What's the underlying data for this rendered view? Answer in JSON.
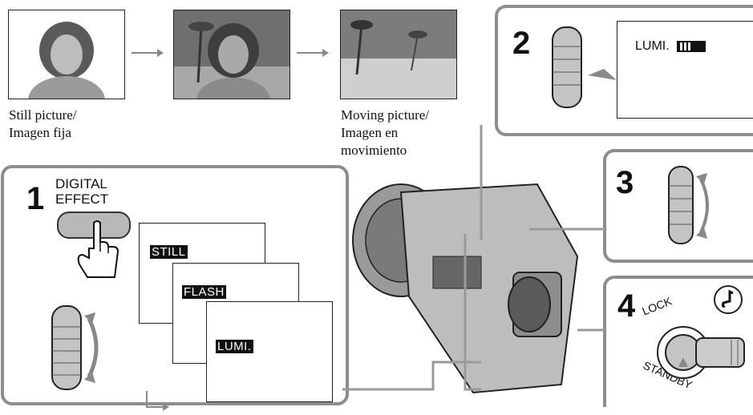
{
  "colors": {
    "panel_border": "#8d8d8d",
    "arrow": "#8a8a8a",
    "dial": "#c4c4c4"
  },
  "captions": {
    "still_line1": "Still picture/",
    "still_line2": "Imagen fija",
    "moving_line1": "Moving picture/",
    "moving_line2": "Imagen en",
    "moving_line3": "movimiento"
  },
  "steps": {
    "step1": {
      "number": "1",
      "button_label_line1": "DIGITAL",
      "button_label_line2": "EFFECT",
      "options": [
        "STILL",
        "FLASH",
        "LUMI."
      ]
    },
    "step2": {
      "number": "2",
      "display_label": "LUMI."
    },
    "step3": {
      "number": "3"
    },
    "step4": {
      "number": "4",
      "lock_label": "LOCK",
      "standby_label": "STANDBY"
    }
  },
  "icons": [
    "hand-press-icon",
    "control-dial-icon",
    "music-note-icon",
    "camcorder-illustration",
    "power-switch-icon"
  ]
}
